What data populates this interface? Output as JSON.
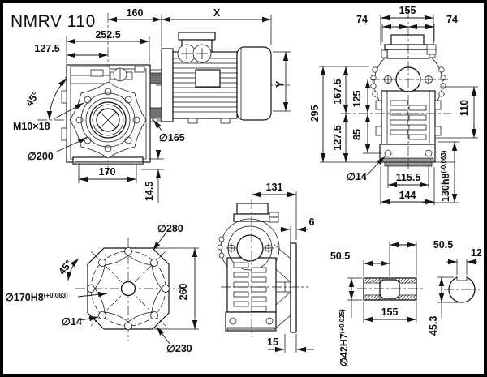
{
  "title": "NMRV 110",
  "colors": {
    "line": "#141414",
    "background": "#ffffff",
    "gray_fill": "#9a9a9a",
    "dark_fill": "#707070"
  },
  "views": {
    "side_with_motor": {
      "label": "side view with motor",
      "dims": {
        "offset_160": "160",
        "motor_length": "X",
        "overall_252_5": "252.5",
        "center_127_5": "127.5",
        "angle_45": "45°",
        "tap_m10": "M10×18",
        "flange_200": "∅200",
        "motor_flange_165": "∅165",
        "width_170": "170",
        "foot_14_5": "14.5",
        "motor_height": "Y"
      }
    },
    "front": {
      "label": "front view",
      "dims": {
        "width_155": "155",
        "half_74_left": "74",
        "half_74_right": "74",
        "height_295": "295",
        "upper_167_5": "167.5",
        "input_125": "125",
        "lower_85": "85",
        "bottom_127_5": "127.5",
        "side_110": "110",
        "hole_14": "∅14",
        "holes_115_5": "115.5",
        "foot_144": "144",
        "spigot_130": "130h8",
        "spigot_tol": "(-0.063)"
      }
    },
    "output_flange": {
      "label": "output flange view",
      "dims": {
        "outer_280": "∅280",
        "angle_45": "45°",
        "pilot_170": "∅170H8",
        "pilot_tol": "(+0.063)",
        "hole_14": "∅14",
        "bolt_circle_230": "∅230",
        "flats_260": "260"
      }
    },
    "side_output": {
      "label": "side view with output flange",
      "dims": {
        "width_131": "131",
        "plate_6": "6",
        "hub_15": "15"
      }
    },
    "shaft": {
      "label": "hollow shaft section and shaft end",
      "dims": {
        "half_50_5_left": "50.5",
        "half_50_5_right": "50.5",
        "key_12": "12",
        "length_155": "155",
        "key_height_45_3": "45.3",
        "bore_42": "∅42H7",
        "bore_tol": "(+0.025)"
      }
    }
  }
}
